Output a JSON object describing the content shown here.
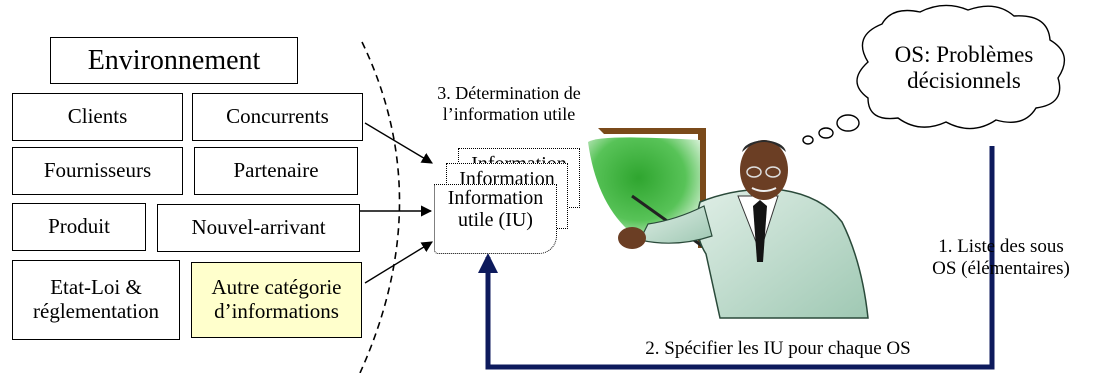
{
  "environment": {
    "title": "Environnement",
    "categories": {
      "clients": "Clients",
      "concurrents": "Concurrents",
      "fournisseurs": "Fournisseurs",
      "partenaire": "Partenaire",
      "produit": "Produit",
      "nouvel_arrivant": "Nouvel-arrivant",
      "etat_loi_line1": "Etat-Loi &",
      "etat_loi_line2": "réglementation",
      "autre_line1": "Autre catégorie",
      "autre_line2": "d’informations"
    }
  },
  "determination": {
    "line1": "3. Détermination de",
    "line2": "l’information utile"
  },
  "documents": {
    "back": "Information",
    "middle": "Information",
    "front_line1": "Information",
    "front_line2": "utile (IU)"
  },
  "cloud": {
    "line1": "OS: Problèmes",
    "line2": "décisionnels"
  },
  "step1": {
    "line1": "1. Liste des sous",
    "line2": "OS (élémentaires)"
  },
  "step2": "2. Spécifier les IU pour chaque OS",
  "colors": {
    "highlight_box": "#ffffcc",
    "flow_arrow": "#0d1a5c",
    "board_green": "#3cb83c",
    "board_frame": "#7a4a1a"
  }
}
